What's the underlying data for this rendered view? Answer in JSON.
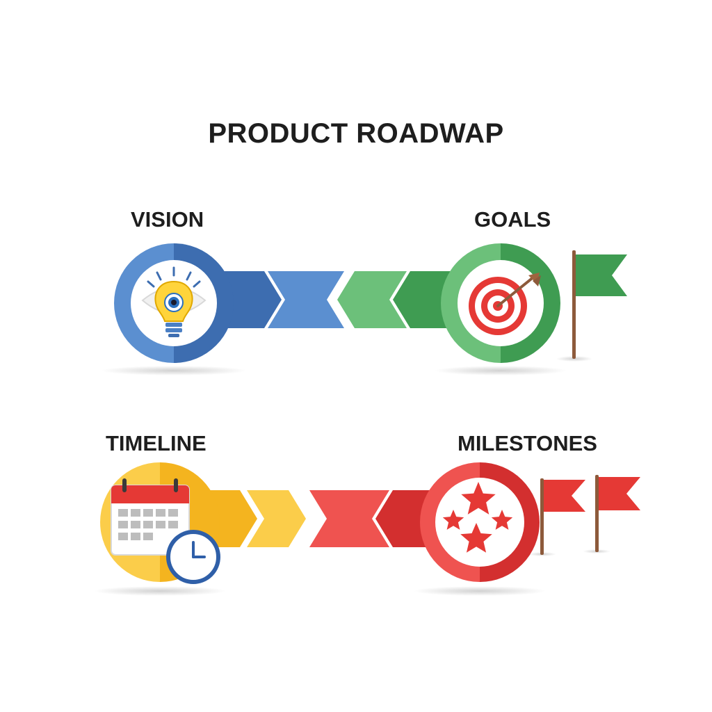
{
  "title": "PRODUCT ROADWAP",
  "stages": {
    "vision": {
      "label": "VISION",
      "icon": "lightbulb-eye-icon",
      "color": "#4a7fc4"
    },
    "goals": {
      "label": "GOALS",
      "icon": "target-arrow-icon",
      "color": "#3f9c52"
    },
    "timeline": {
      "label": "TIMELINE",
      "icon": "calendar-clock-icon",
      "color": "#f4b41f"
    },
    "milestones": {
      "label": "MILESTONES",
      "icon": "stars-icon",
      "color": "#e53935"
    }
  }
}
